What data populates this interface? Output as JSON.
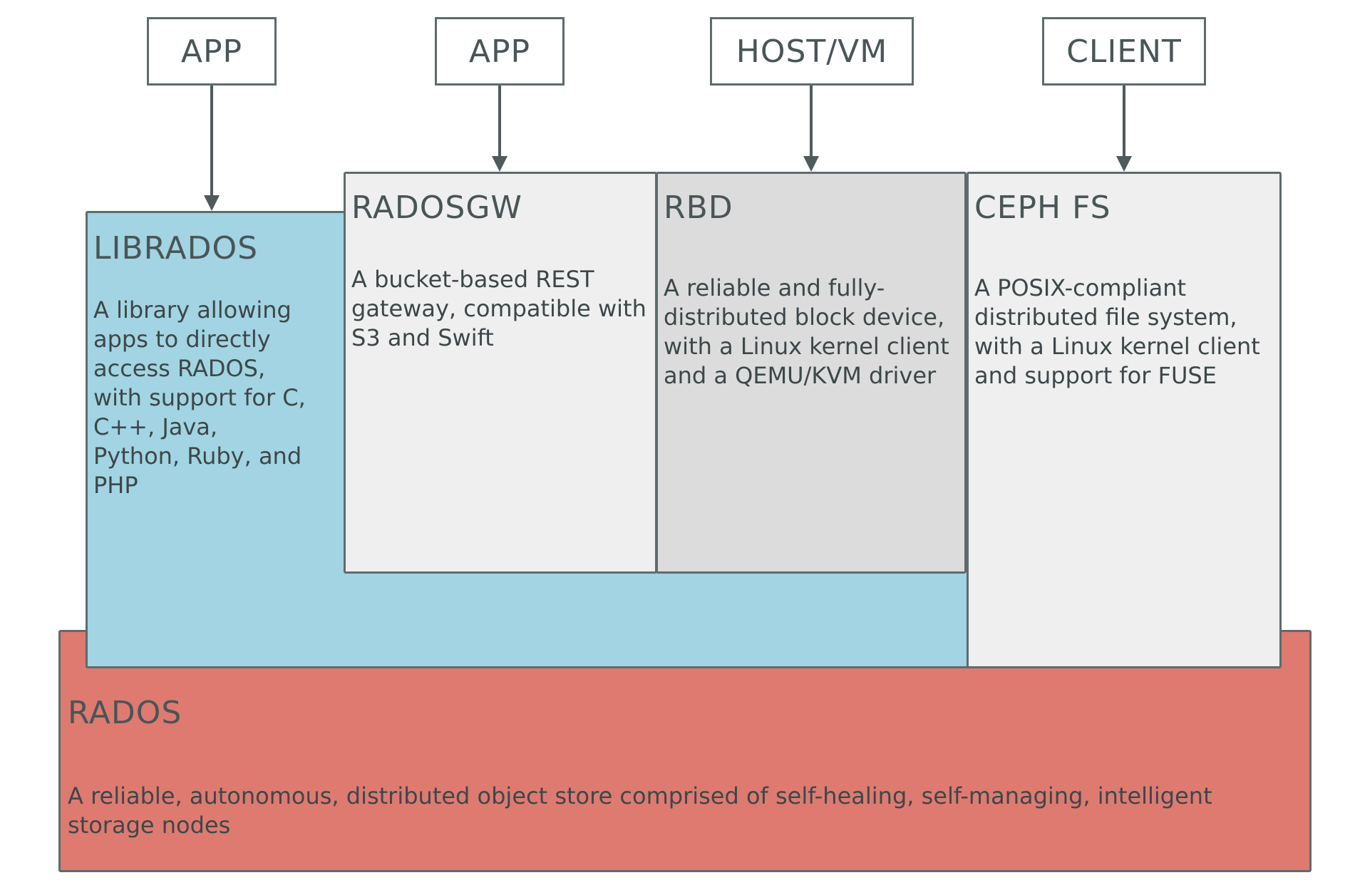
{
  "clients": [
    {
      "label": "APP"
    },
    {
      "label": "APP"
    },
    {
      "label": "HOST/VM"
    },
    {
      "label": "CLIENT"
    }
  ],
  "librados": {
    "title": "LIBRADOS",
    "description": "A library allowing apps to directly access RADOS, with support for C, C++, Java, Python, Ruby, and PHP"
  },
  "radosgw": {
    "title": "RADOSGW",
    "description": "A bucket-based REST gateway, compatible with S3 and Swift"
  },
  "rbd": {
    "title": "RBD",
    "description": "A reliable and fully-distributed block device, with a Linux kernel client and a QEMU/KVM driver"
  },
  "cephfs": {
    "title": "CEPH FS",
    "description": "A POSIX-compliant distributed file system, with a Linux kernel client and support for FUSE"
  },
  "rados": {
    "title": "RADOS",
    "description": "A reliable, autonomous, distributed object store comprised of self-healing, self-managing, intelligent storage nodes"
  },
  "colors": {
    "rados": "#de7a70",
    "librados": "#a2d4e3",
    "radosgw": "#efefef",
    "rbd": "#dcdcdc",
    "cephfs": "#efefef",
    "border": "#5f6b6d"
  }
}
